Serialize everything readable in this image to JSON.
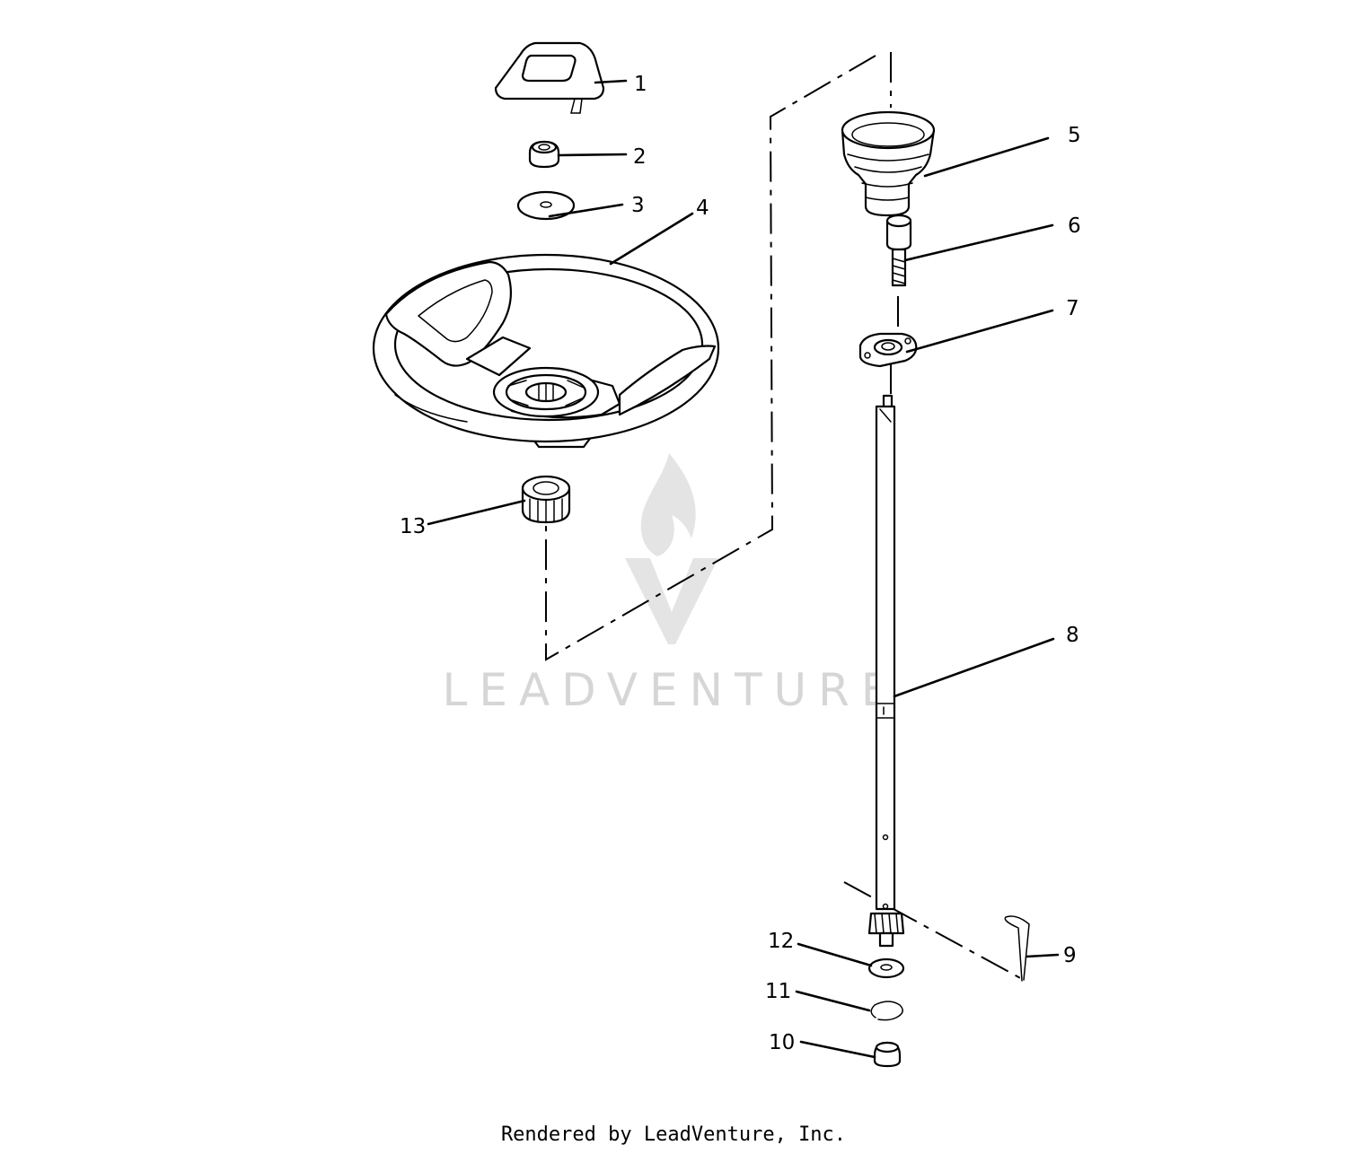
{
  "diagram": {
    "callouts": [
      "1",
      "2",
      "3",
      "4",
      "5",
      "6",
      "7",
      "8",
      "9",
      "10",
      "11",
      "12",
      "13"
    ],
    "watermark": "LEADVENTURE"
  },
  "footer": {
    "text": "Rendered by LeadVenture, Inc."
  }
}
